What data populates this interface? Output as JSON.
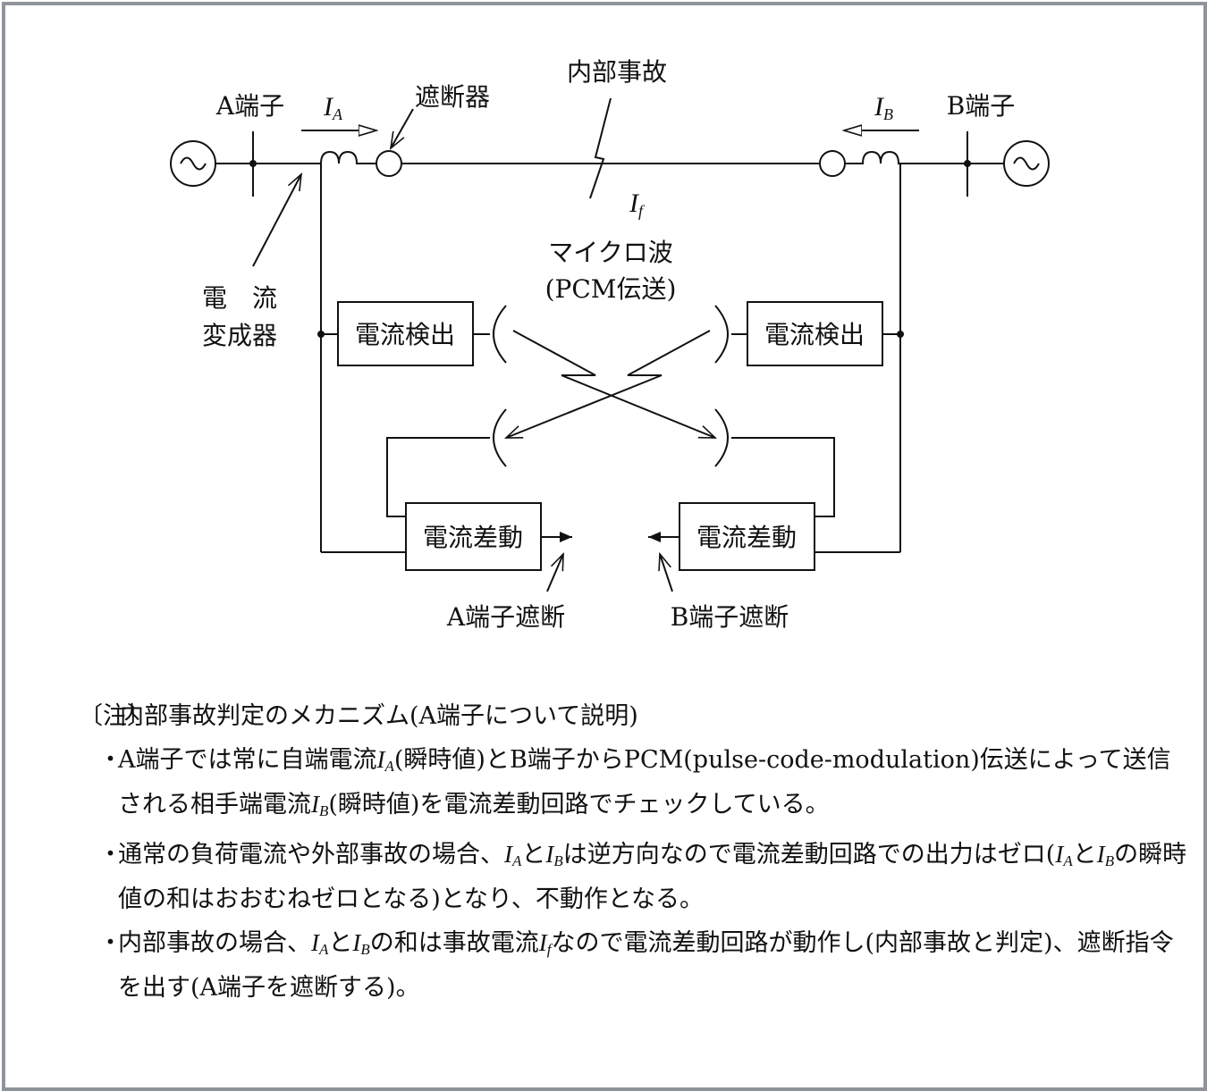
{
  "diagram": {
    "internal_fault": "内部事故",
    "terminal_a": "A端子",
    "terminal_b": "B端子",
    "current_a": {
      "symbol": "I",
      "sub": "A"
    },
    "current_b": {
      "symbol": "I",
      "sub": "B"
    },
    "fault_current": {
      "symbol": "I",
      "sub": "f"
    },
    "breaker": "遮断器",
    "ct_line1": "電　流",
    "ct_line2": "変成器",
    "microwave_line1": "マイクロ波",
    "microwave_line2": "(PCM伝送)",
    "detect_a": "電流検出",
    "detect_b": "電流検出",
    "diff_a": "電流差動",
    "diff_b": "電流差動",
    "trip_a": "A端子遮断",
    "trip_b": "B端子遮断"
  },
  "notes": {
    "tag": "〔注〕",
    "heading": "内部事故判定のメカニズム(A端子について説明)",
    "b1_p1": "A端子では常に自端電流",
    "b1_p2": "(瞬時値)とB端子からPCM(pulse-code-modulation)",
    "b1_p3": "伝送によって送信される相手端電流",
    "b1_p4": "(瞬時値)を電流差動回路でチェックしている。",
    "b2_p1": "通常の負荷電流や外部事故の場合、",
    "b2_p2": "と",
    "b2_p3": "は逆方向なので電流差動回路での出力はゼロ(",
    "b2_p4": "と",
    "b2_p5": "の瞬時値の和はおおむねゼロとなる)となり、不動作となる。",
    "b3_p1": "内部事故の場合、",
    "b3_p2": "と",
    "b3_p3": "の和は事故電流",
    "b3_p4": "なので電流差動回路が動作し(内部事故と判定)、遮断指令を出す(A端子を遮断する)。",
    "bullet": "・",
    "var_I": "I",
    "sub_A": "A",
    "sub_B": "B",
    "sub_f": "f"
  }
}
